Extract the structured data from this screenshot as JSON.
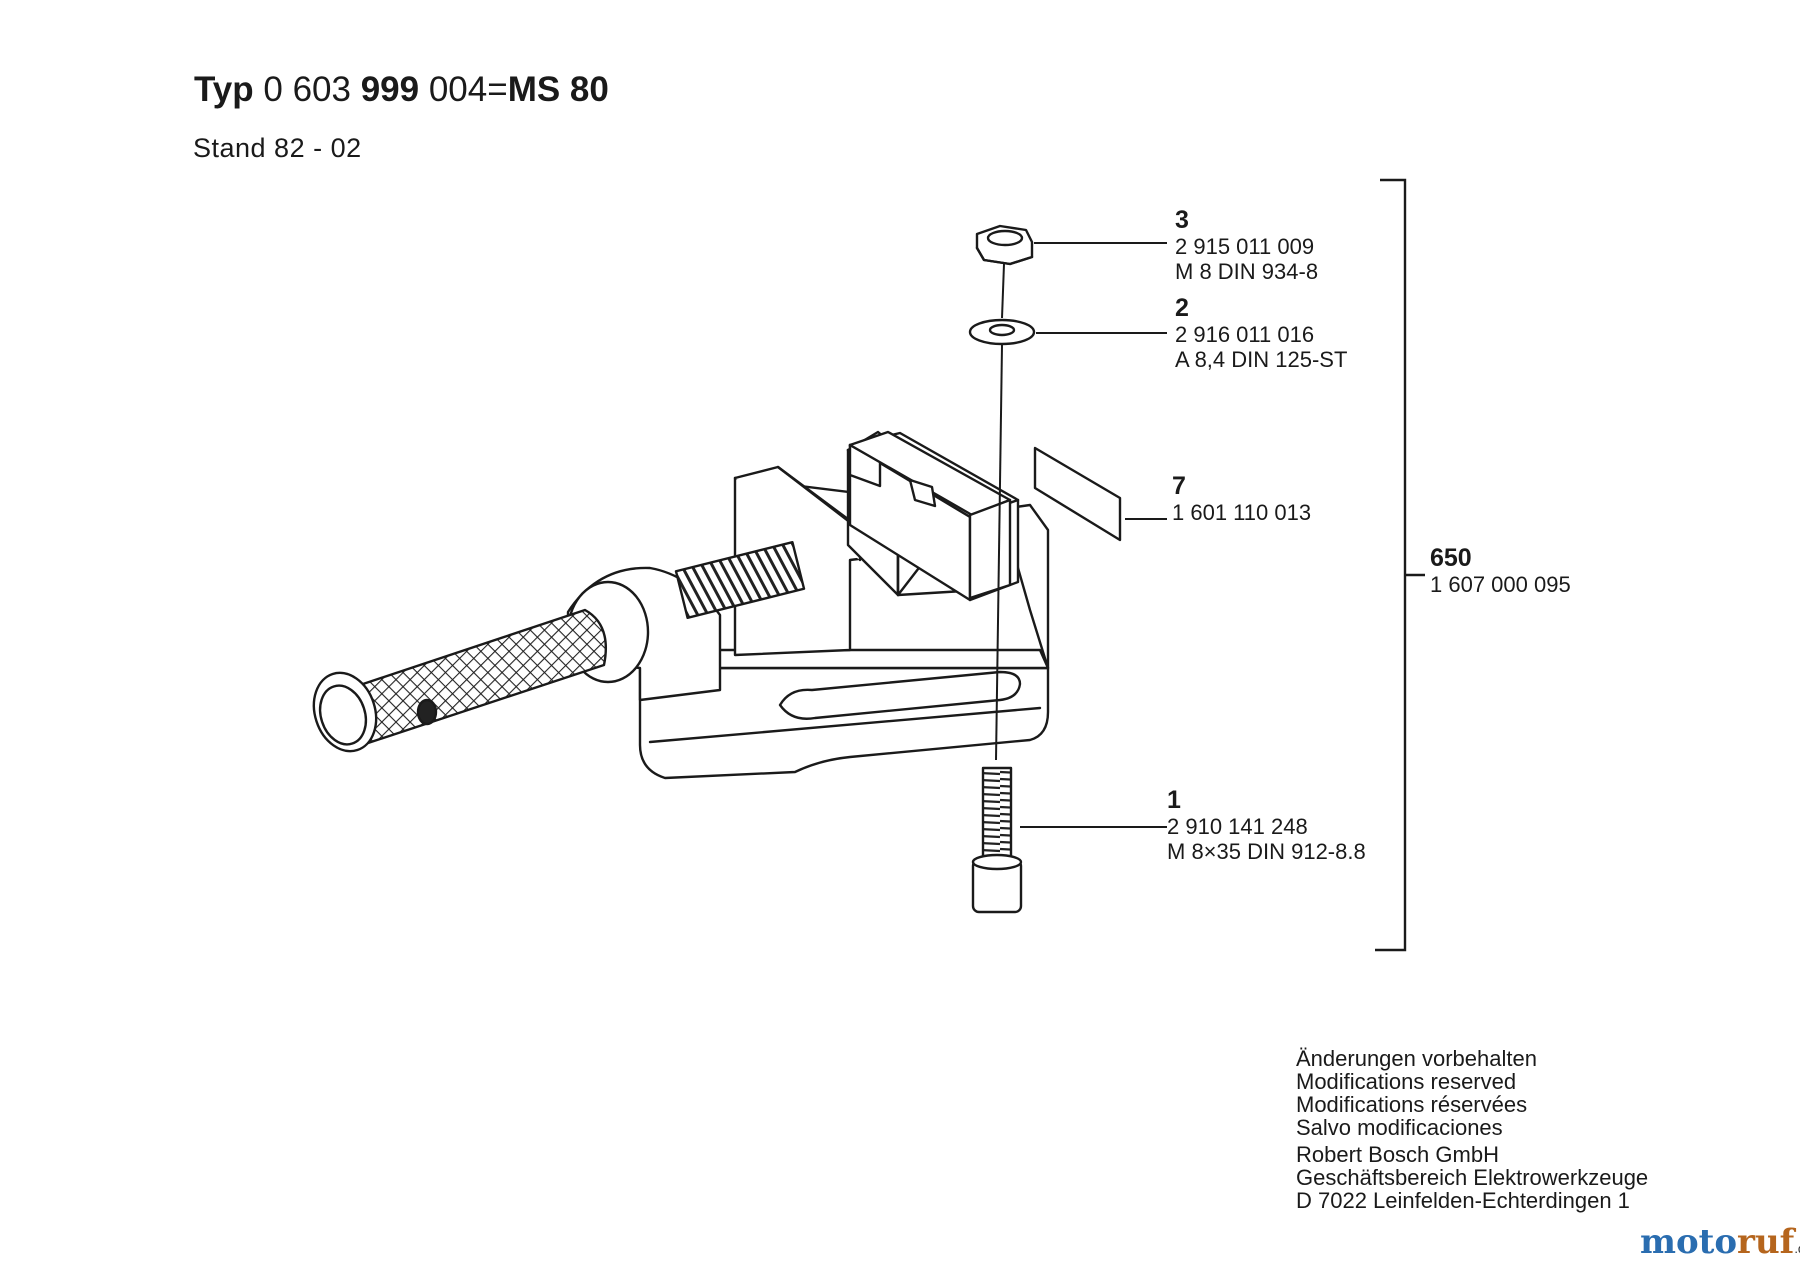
{
  "header": {
    "typ_label": "Typ",
    "typ_number_a": "0 603",
    "typ_number_b": "999",
    "typ_number_c": "004",
    "equals": "=",
    "model": "MS 80",
    "stand": "Stand 82 - 02"
  },
  "parts": [
    {
      "num": "3",
      "part_no": "2 915 011 009",
      "spec": "M 8 DIN 934-8"
    },
    {
      "num": "2",
      "part_no": "2 916 011 016",
      "spec": "A 8,4 DIN 125-ST"
    },
    {
      "num": "7",
      "part_no": "1 601 110 013",
      "spec": ""
    },
    {
      "num": "1",
      "part_no": "2 910 141 248",
      "spec": "M 8×35 DIN 912-8.8"
    }
  ],
  "kit": {
    "num": "650",
    "part_no": "1 607 000 095"
  },
  "footer": {
    "lines": [
      "Änderungen vorbehalten",
      "Modifications reserved",
      "Modifications réservées",
      "Salvo modificaciones"
    ],
    "company": [
      "Robert Bosch GmbH",
      "Geschäftsbereich Elektrowerkzeuge",
      "D 7022 Leinfelden-Echterdingen 1"
    ]
  },
  "logo": {
    "main": "motoruf",
    "suffix": ".de"
  },
  "colors": {
    "ink": "#1a1a1a",
    "logo_blue": "#2a6db0",
    "logo_brown": "#b5651d"
  }
}
